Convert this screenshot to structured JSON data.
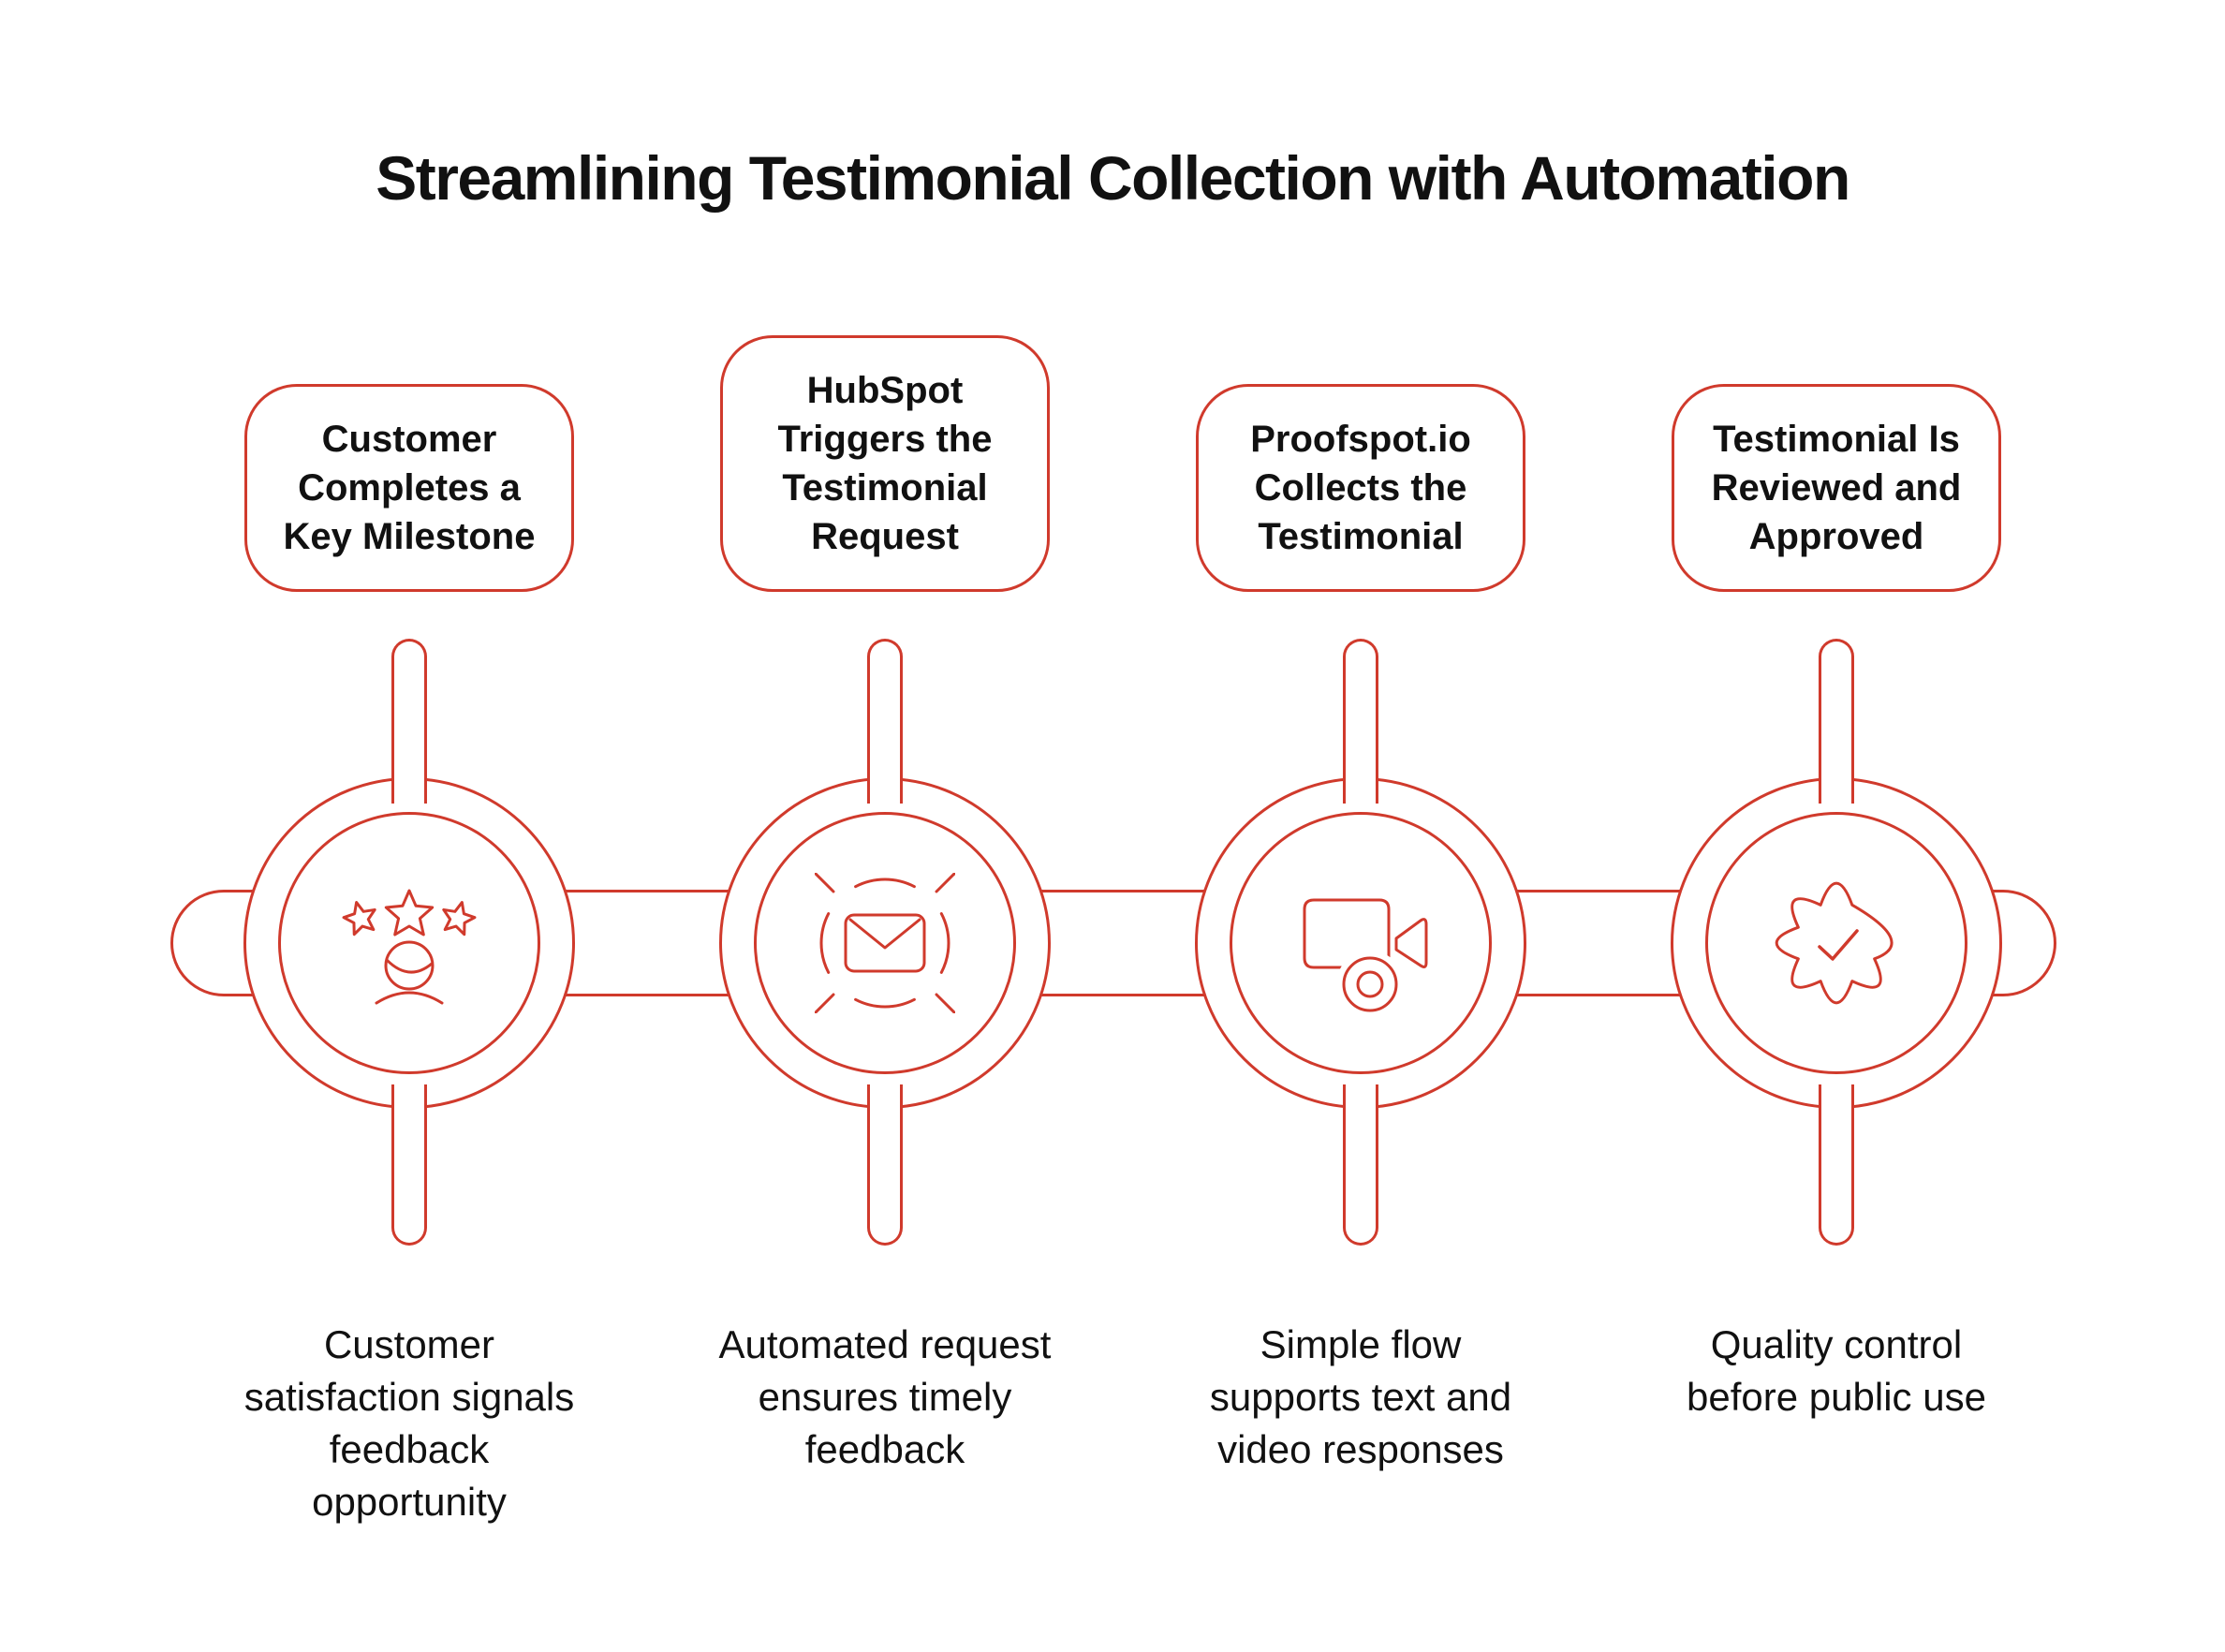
{
  "title": "Streamlining Testimonial Collection with Automation",
  "colors": {
    "accent": "#d03a2c",
    "text": "#111111",
    "background": "#ffffff"
  },
  "steps": [
    {
      "box_label": "Customer\nCompletes a\nKey Milestone",
      "icon": "customer-satisfaction-stars-icon",
      "caption": "Customer\nsatisfaction signals\nfeedback\nopportunity"
    },
    {
      "box_label": "HubSpot\nTriggers the\nTestimonial\nRequest",
      "icon": "email-broadcast-icon",
      "caption": "Automated request\nensures timely\nfeedback"
    },
    {
      "box_label": "Proofspot.io\nCollects the\nTestimonial",
      "icon": "video-camera-icon",
      "caption": "Simple flow\nsupports text and\nvideo responses"
    },
    {
      "box_label": "Testimonial Is\nReviewed and\nApproved",
      "icon": "approval-badge-check-icon",
      "caption": "Quality control\nbefore public use"
    }
  ]
}
